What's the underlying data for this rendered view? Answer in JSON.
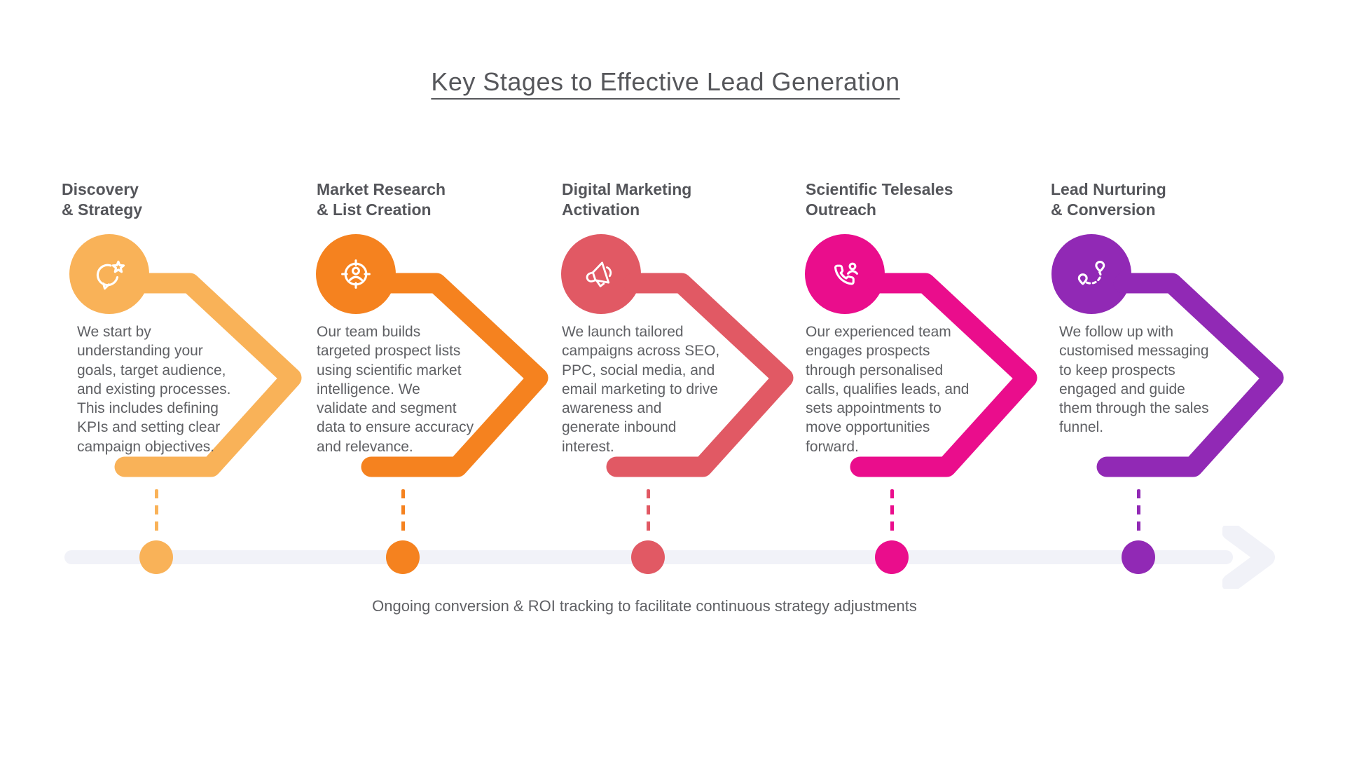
{
  "title": "Key Stages to Effective Lead Generation",
  "footer": "Ongoing conversion & ROI tracking to facilitate continuous strategy adjustments",
  "palette": {
    "title_color": "#56575B",
    "heading_color": "#54555A",
    "body_color": "#5F6064",
    "track_color": "#F1F2F8"
  },
  "stages": [
    {
      "heading": "Discovery\n& Strategy",
      "description": "We start by understanding your goals, target audience, and existing processes. This includes defining KPIs and setting clear campaign objectives.",
      "color": "#F9B258",
      "icon": "chat-star-icon"
    },
    {
      "heading": "Market Research\n& List Creation",
      "description": "Our team builds targeted prospect lists using scientific market intelligence. We validate and segment data to ensure accuracy and relevance.",
      "color": "#F5821F",
      "icon": "target-person-icon"
    },
    {
      "heading": "Digital Marketing\nActivation",
      "description": "We launch tailored campaigns across SEO, PPC, social media, and email marketing to drive awareness and generate inbound interest.",
      "color": "#E15964",
      "icon": "megaphone-icon"
    },
    {
      "heading": "Scientific Telesales\nOutreach",
      "description": "Our experienced team engages prospects through personalised calls, qualifies leads, and sets appointments to move opportunities forward.",
      "color": "#EA0D8C",
      "icon": "phone-person-icon"
    },
    {
      "heading": "Lead Nurturing\n& Conversion",
      "description": "We follow up with customised messaging to keep prospects engaged and guide them through the sales funnel.",
      "color": "#9129B5",
      "icon": "route-pins-icon"
    }
  ]
}
